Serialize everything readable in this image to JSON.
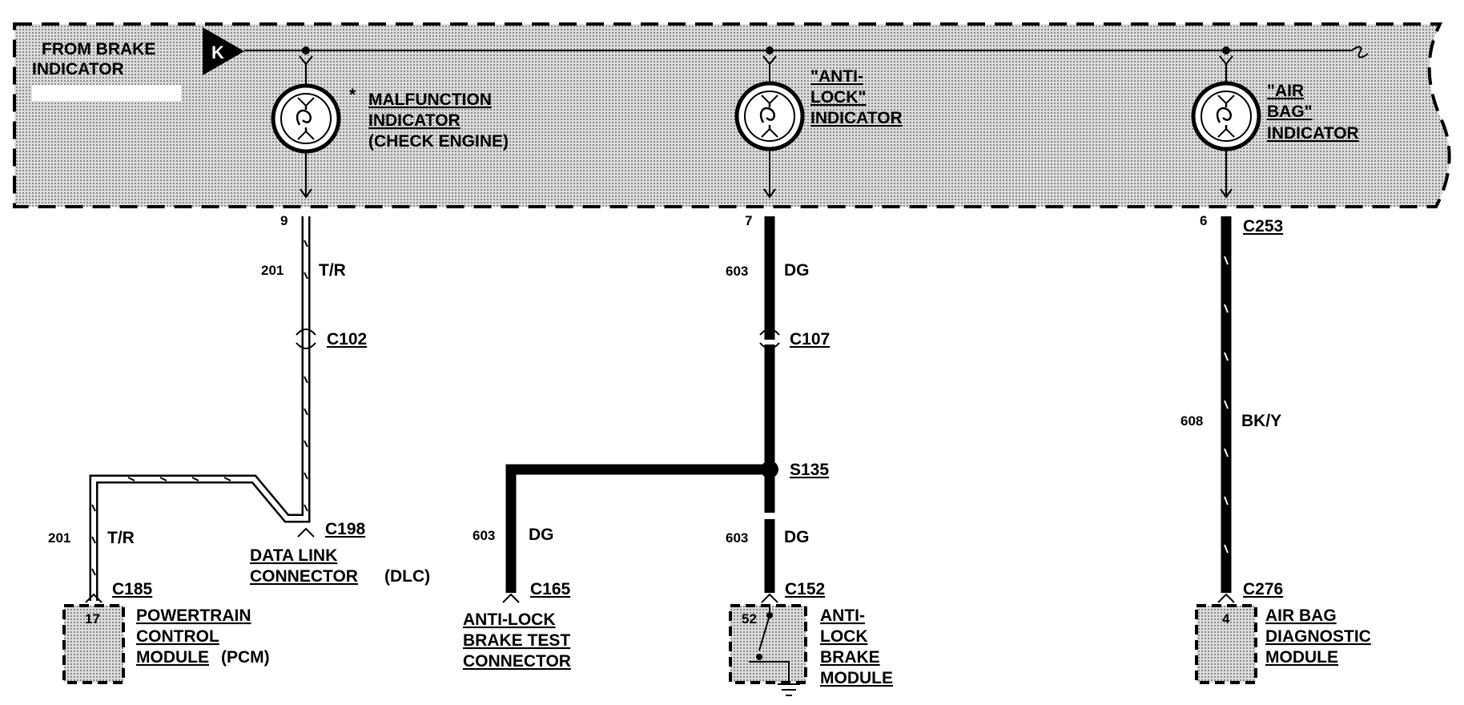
{
  "cluster": {
    "source_label_1": "FROM BRAKE",
    "source_label_2": "INDICATOR",
    "source_letter": "K"
  },
  "lamps": [
    {
      "asterisk": "*",
      "line1": "MALFUNCTION",
      "line2": "INDICATOR",
      "line3": "(CHECK ENGINE)",
      "pin": "9"
    },
    {
      "line1": "\"ANTI-",
      "line2": "LOCK\"",
      "line3": "INDICATOR",
      "pin": "7"
    },
    {
      "line1": "\"AIR",
      "line2": "BAG\"",
      "line3": "INDICATOR",
      "pin": "6"
    }
  ],
  "wires": {
    "left_upper": {
      "circuit": "201",
      "color": "T/R"
    },
    "left_lower": {
      "circuit": "201",
      "color": "T/R"
    },
    "mid_upper": {
      "circuit": "603",
      "color": "DG"
    },
    "mid_branch": {
      "circuit": "603",
      "color": "DG"
    },
    "mid_lower": {
      "circuit": "603",
      "color": "DG"
    },
    "right": {
      "circuit": "608",
      "color": "BK/Y"
    }
  },
  "connectors": {
    "c253": "C253",
    "c102": "C102",
    "c107": "C107",
    "s135": "S135",
    "c198": "C198",
    "c185": "C185",
    "c165": "C165",
    "c152": "C152",
    "c276": "C276"
  },
  "modules": {
    "pcm": {
      "pin": "17",
      "line1": "POWERTRAIN",
      "line2": "CONTROL",
      "line3": "MODULE",
      "suffix": "(PCM)"
    },
    "dlc": {
      "line1": "DATA LINK",
      "line2": "CONNECTOR",
      "suffix": "(DLC)"
    },
    "abs_test": {
      "line1": "ANTI-LOCK",
      "line2": "BRAKE TEST",
      "line3": "CONNECTOR"
    },
    "abs_module": {
      "pin": "52",
      "line1": "ANTI-",
      "line2": "LOCK",
      "line3": "BRAKE",
      "line4": "MODULE"
    },
    "airbag": {
      "pin": "4",
      "line1": "AIR BAG",
      "line2": "DIAGNOSTIC",
      "line3": "MODULE"
    }
  }
}
